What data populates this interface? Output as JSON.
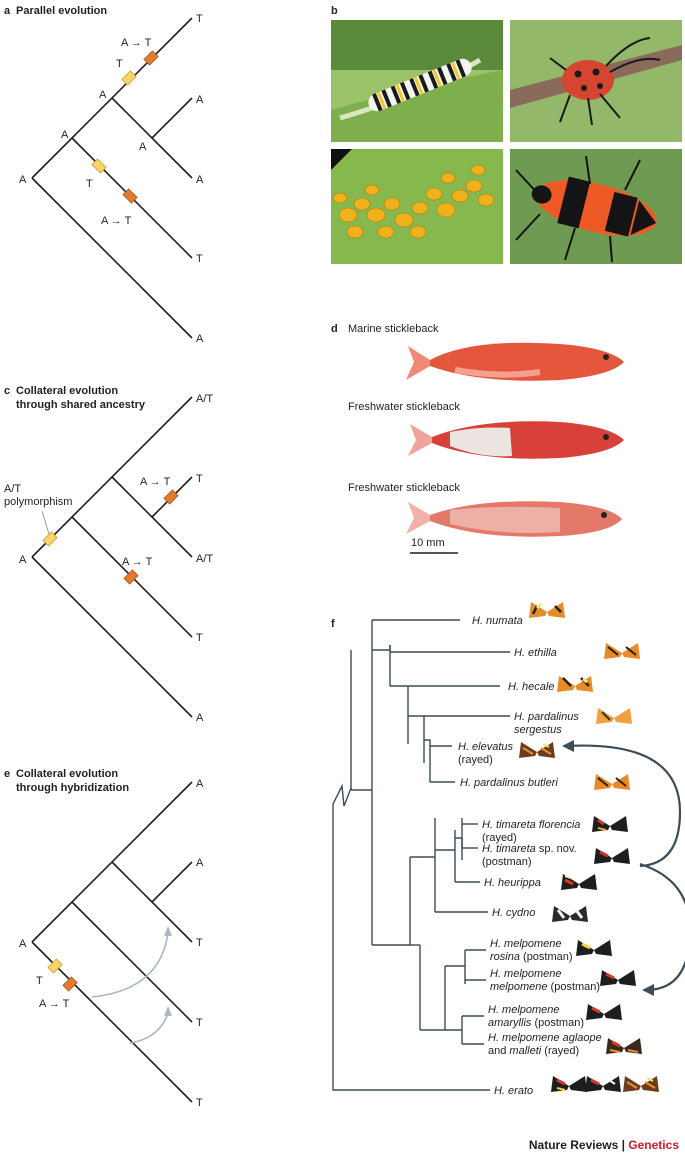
{
  "panel_a": {
    "letter": "a",
    "title": "Parallel evolution",
    "root": "A",
    "node1": "A",
    "node2": "A",
    "node3": "A",
    "tip_top": "T",
    "tip2": "A",
    "tip3": "A",
    "tip4": "T",
    "tip5": "A",
    "mut_upper_T": "T",
    "mut_upper_AT": "A → T",
    "mut_lower_T": "T",
    "mut_lower_AT": "A → T"
  },
  "panel_b": {
    "letter": "b",
    "photos": [
      "monarch caterpillar on milkweed",
      "red milkweed beetle",
      "yellow oleander aphids",
      "large milkweed bug"
    ]
  },
  "panel_c": {
    "letter": "c",
    "title_1": "Collateral evolution",
    "title_2": "through shared ancestry",
    "root": "A",
    "poly_1": "A/T",
    "poly_2": "polymorphism",
    "tip1": "A/T",
    "tip2": "T",
    "tip3": "A/T",
    "tip4": "T",
    "tip5": "A",
    "mut_upper": "A → T",
    "mut_lower": "A → T"
  },
  "panel_d": {
    "letter": "d",
    "fish_labels": [
      "Marine stickleback",
      "Freshwater stickleback",
      "Freshwater stickleback"
    ],
    "scale_bar": "10 mm"
  },
  "panel_e": {
    "letter": "e",
    "title_1": "Collateral evolution",
    "title_2": "through hybridization",
    "root": "A",
    "tip1": "A",
    "tip2": "A",
    "tip3": "T",
    "tip4": "T",
    "tip5": "T",
    "mut_T": "T",
    "mut_AT": "A → T"
  },
  "panel_f": {
    "letter": "f",
    "taxa": [
      {
        "italic": "H. numata",
        "plain": ""
      },
      {
        "italic": "H. ethilla",
        "plain": ""
      },
      {
        "italic": "H. hecale",
        "plain": ""
      },
      {
        "italic": "H. pardalinus",
        "line2_italic": "sergestus",
        "plain": ""
      },
      {
        "italic": "H. elevatus",
        "plain2": "(rayed)"
      },
      {
        "italic": "H. pardalinus butleri",
        "plain": ""
      },
      {
        "italic": "H. timareta florencia",
        "plain2": "(rayed)"
      },
      {
        "italic": "H. timareta",
        "plain": " sp. nov.",
        "plain2": "(postman)"
      },
      {
        "italic": "H. heurippa",
        "plain": ""
      },
      {
        "italic": "H. cydno",
        "plain": ""
      },
      {
        "italic": "H. melpomene",
        "line2_italic": "rosina",
        "plain2": " (postman)"
      },
      {
        "italic": "H. melpomene",
        "line2_italic": "melpomene",
        "plain2": " (postman)"
      },
      {
        "italic": "H. melpomene",
        "line2_italic": "amaryllis",
        "plain2": " (postman)"
      },
      {
        "italic": "H. melpomene aglaope",
        "plain2": "and ",
        "line2_italic": "malleti",
        "plain3": " (rayed)"
      },
      {
        "italic": "H. erato",
        "plain": ""
      }
    ]
  },
  "footer": {
    "journal": "Nature Reviews",
    "separator": " | ",
    "section": "Genetics"
  },
  "colors": {
    "light_marker": "#f9d46b",
    "dark_marker": "#e37a2f",
    "arrow_gray": "#a9b8c4",
    "arrow_dark": "#3b4d59",
    "heading_red": "#d7182a"
  }
}
